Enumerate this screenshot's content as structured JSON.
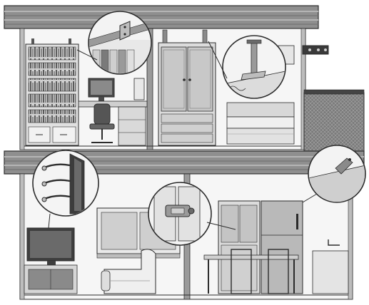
{
  "illustration": {
    "description_items": [
      "bookshelf-anchor-callout",
      "wardrobe-ceiling-brace-callout",
      "tv-wall-strap-callout",
      "cabinet-door-latch-callout",
      "fridge-wall-anchor-callout"
    ]
  },
  "colors": {
    "ink": "#2b2b2b",
    "mid": "#8c8c8c",
    "light": "#d6d6d6",
    "pale": "#eeeeee",
    "dark": "#555555",
    "white": "#ffffff"
  }
}
